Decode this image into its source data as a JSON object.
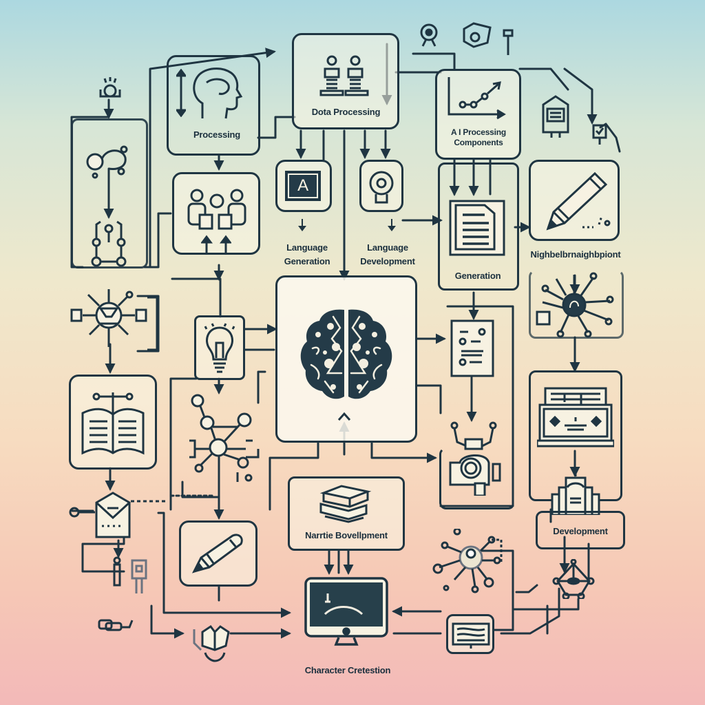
{
  "diagram": {
    "type": "flowchart",
    "style": "line-art icon flow diagram",
    "colors": {
      "line": "#1f3542",
      "icon_fill": "#243b48",
      "panel": "#faf5e6",
      "background_top": "#acd8e0",
      "background_bottom": "#f3b9b8"
    },
    "nodes": [
      {
        "id": "processing",
        "label": "Processing",
        "icon": "head-profile-icon"
      },
      {
        "id": "data_processing",
        "label": "Data Processing",
        "icon": "two-people-pedestal-icon"
      },
      {
        "id": "ai_processing",
        "label": "AI Processing Components",
        "icon": "line-chart-arrow-icon"
      },
      {
        "id": "language_generation",
        "label": "Language Generation",
        "icon": "letter-a-icon"
      },
      {
        "id": "language_development",
        "label": "Language Development",
        "icon": "lamp-icon"
      },
      {
        "id": "generation",
        "label": "Generation",
        "icon": "document-icon"
      },
      {
        "id": "neighbor_development",
        "label": "Nighbelbrnaighbpiont",
        "icon": "pencil-icon"
      },
      {
        "id": "brain_core",
        "label": "",
        "icon": "brain-network-icon"
      },
      {
        "id": "narrative_development",
        "label": "Narrtie Bovellpment",
        "icon": "stacked-books-icon"
      },
      {
        "id": "character_creation",
        "label": "Character Cretestion",
        "icon": "monitor-icon"
      },
      {
        "id": "development",
        "label": "Development",
        "icon": "building-icon"
      },
      {
        "id": "team",
        "label": "",
        "icon": "team-people-icon"
      },
      {
        "id": "lightbulb",
        "label": "",
        "icon": "lightbulb-icon"
      },
      {
        "id": "book",
        "label": "",
        "icon": "open-book-icon"
      },
      {
        "id": "pencil_lower",
        "label": "",
        "icon": "pencil-icon"
      },
      {
        "id": "form_doc",
        "label": "",
        "icon": "form-document-icon"
      },
      {
        "id": "camera",
        "label": "",
        "icon": "camera-icon"
      },
      {
        "id": "laptop",
        "label": "",
        "icon": "laptop-icon"
      },
      {
        "id": "hub_network",
        "label": "",
        "icon": "hub-network-icon"
      },
      {
        "id": "compass_hub",
        "label": "",
        "icon": "compass-hub-icon"
      },
      {
        "id": "small_book",
        "label": "",
        "icon": "small-book-icon"
      }
    ],
    "labels": {
      "processing": "Processing",
      "data_processing": "Dota Processing",
      "ai_processing_1": "A I Processing",
      "ai_processing_2": "Components",
      "language_generation_1": "Language",
      "language_generation_2": "Generation",
      "language_development_1": "Language",
      "language_development_2": "Development",
      "generation": "Generation",
      "neighbor_development": "Nighbelbrnaighbpiont",
      "narrative_development": "Narrtie Bovellpment",
      "development": "Development",
      "character_creation": "Character Cretestion",
      "letter_a": "A"
    }
  }
}
